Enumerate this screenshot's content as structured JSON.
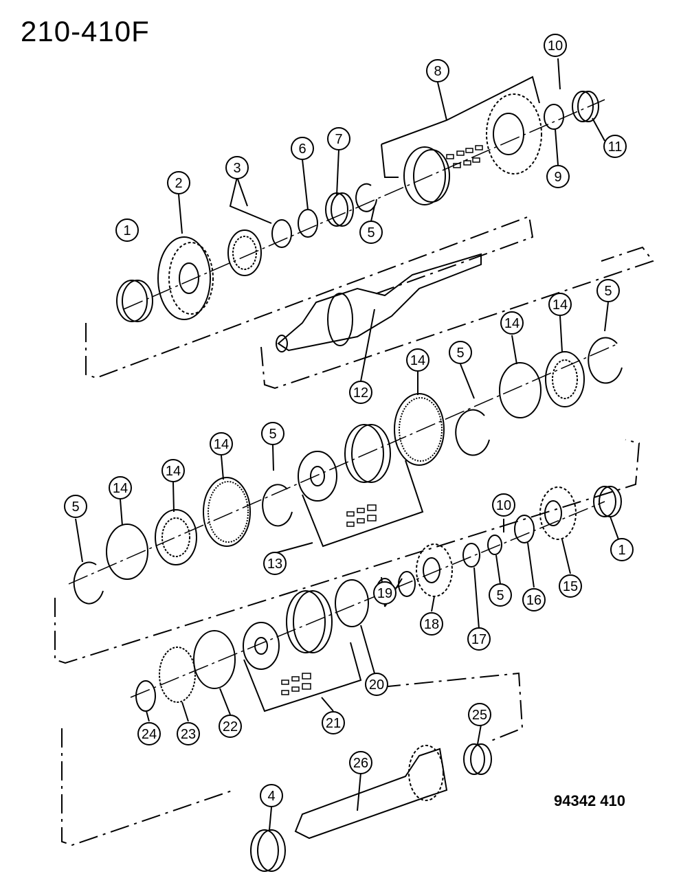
{
  "title": "210-410F",
  "figure_code": "94342 410",
  "callouts": [
    {
      "id": "c1a",
      "label": "1"
    },
    {
      "id": "c2",
      "label": "2"
    },
    {
      "id": "c3",
      "label": "3"
    },
    {
      "id": "c6",
      "label": "6"
    },
    {
      "id": "c7",
      "label": "7"
    },
    {
      "id": "c5a",
      "label": "5"
    },
    {
      "id": "c8",
      "label": "8"
    },
    {
      "id": "c10a",
      "label": "10"
    },
    {
      "id": "c9",
      "label": "9"
    },
    {
      "id": "c11",
      "label": "11"
    },
    {
      "id": "c12",
      "label": "12"
    },
    {
      "id": "c5b",
      "label": "5"
    },
    {
      "id": "c14a",
      "label": "14"
    },
    {
      "id": "c14b",
      "label": "14"
    },
    {
      "id": "c14c",
      "label": "14"
    },
    {
      "id": "c5c",
      "label": "5"
    },
    {
      "id": "c5d",
      "label": "5"
    },
    {
      "id": "c14d",
      "label": "14"
    },
    {
      "id": "c14e",
      "label": "14"
    },
    {
      "id": "c14f",
      "label": "14"
    },
    {
      "id": "c5e",
      "label": "5"
    },
    {
      "id": "c13",
      "label": "13"
    },
    {
      "id": "c10b",
      "label": "10"
    },
    {
      "id": "c1b",
      "label": "1"
    },
    {
      "id": "c19",
      "label": "19"
    },
    {
      "id": "c5f",
      "label": "5"
    },
    {
      "id": "c16",
      "label": "16"
    },
    {
      "id": "c15",
      "label": "15"
    },
    {
      "id": "c18",
      "label": "18"
    },
    {
      "id": "c17",
      "label": "17"
    },
    {
      "id": "c20",
      "label": "20"
    },
    {
      "id": "c21",
      "label": "21"
    },
    {
      "id": "c24",
      "label": "24"
    },
    {
      "id": "c23",
      "label": "23"
    },
    {
      "id": "c22",
      "label": "22"
    },
    {
      "id": "c25",
      "label": "25"
    },
    {
      "id": "c26",
      "label": "26"
    },
    {
      "id": "c4",
      "label": "4"
    }
  ]
}
